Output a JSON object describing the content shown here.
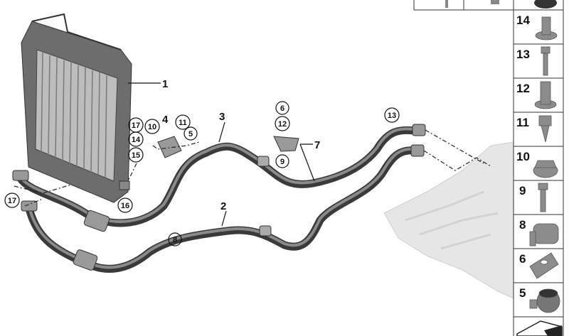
{
  "diagram": {
    "callouts": {
      "c1": "1",
      "c2": "2",
      "c3": "3",
      "c4": "4",
      "c5": "5",
      "c6": "6",
      "c7": "7",
      "c8": "8",
      "c9": "9",
      "c10": "10",
      "c11": "11",
      "c12": "12",
      "c13": "13",
      "c14": "14",
      "c15": "15",
      "c16": "16",
      "c17a": "17",
      "c17b": "17"
    }
  },
  "parts_column": [
    {
      "number": "14",
      "icon": "collar-nut-icon"
    },
    {
      "number": "13",
      "icon": "hex-bolt-icon"
    },
    {
      "number": "12",
      "icon": "rubber-bushing-icon"
    },
    {
      "number": "11",
      "icon": "self-tapping-screw-icon"
    },
    {
      "number": "10",
      "icon": "hex-flange-nut-icon"
    },
    {
      "number": "9",
      "icon": "hex-bolt-icon"
    },
    {
      "number": "8",
      "icon": "hose-clip-icon"
    },
    {
      "number": "6",
      "icon": "double-clamp-icon"
    },
    {
      "number": "5",
      "icon": "pipe-clamp-icon"
    }
  ],
  "colors": {
    "hose": "#3a3a3a",
    "grid": "#333333",
    "part": "#8c8c8c",
    "engine": "#e4e4e4"
  }
}
